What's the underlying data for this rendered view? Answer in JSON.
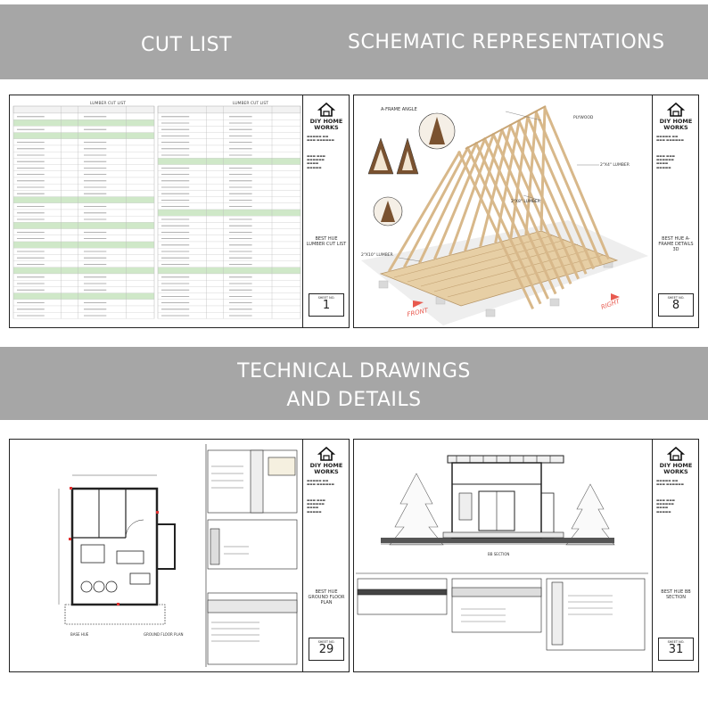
{
  "sections": {
    "cut_list": "CUT LIST",
    "schematic": "SCHEMATIC REPRESENTATIONS",
    "technical_line1": "TECHNICAL DRAWINGS",
    "technical_line2": "AND DETAILS"
  },
  "cut_sheet": {
    "left_table_title": "LUMBER CUT LIST",
    "right_table_title": "LUMBER CUT LIST",
    "sheet_name": "BEST HUE LUMBER CUT LIST",
    "sheet_number": "1"
  },
  "schem_sheet": {
    "aframe_label": "A-FRAME ANGLE",
    "plywood_label": "PLYWOOD",
    "lumber_2x4": "2\"X4\" LUMBER",
    "lumber_2x8": "2\"X8\" LUMBER",
    "lumber_2x10": "2\"X10\" LUMBER",
    "front_label": "FRONT",
    "right_label": "RIGHT",
    "sheet_name": "BEST HUE A-FRAME DETAILS 3D",
    "sheet_number": "8"
  },
  "plan_sheet": {
    "caption_left": "BASE HUE",
    "caption_right": "GROUND FLOOR PLAN",
    "sheet_name": "BEST HUE GROUND FLOOR PLAN",
    "sheet_number": "29"
  },
  "section_sheet": {
    "caption": "BB SECTION",
    "sheet_name": "BEST HUE BB SECTION",
    "sheet_number": "31"
  },
  "brand": {
    "line1": "DIY HOME",
    "line2": "WORKS"
  },
  "sheet_label": "SHEET NO."
}
